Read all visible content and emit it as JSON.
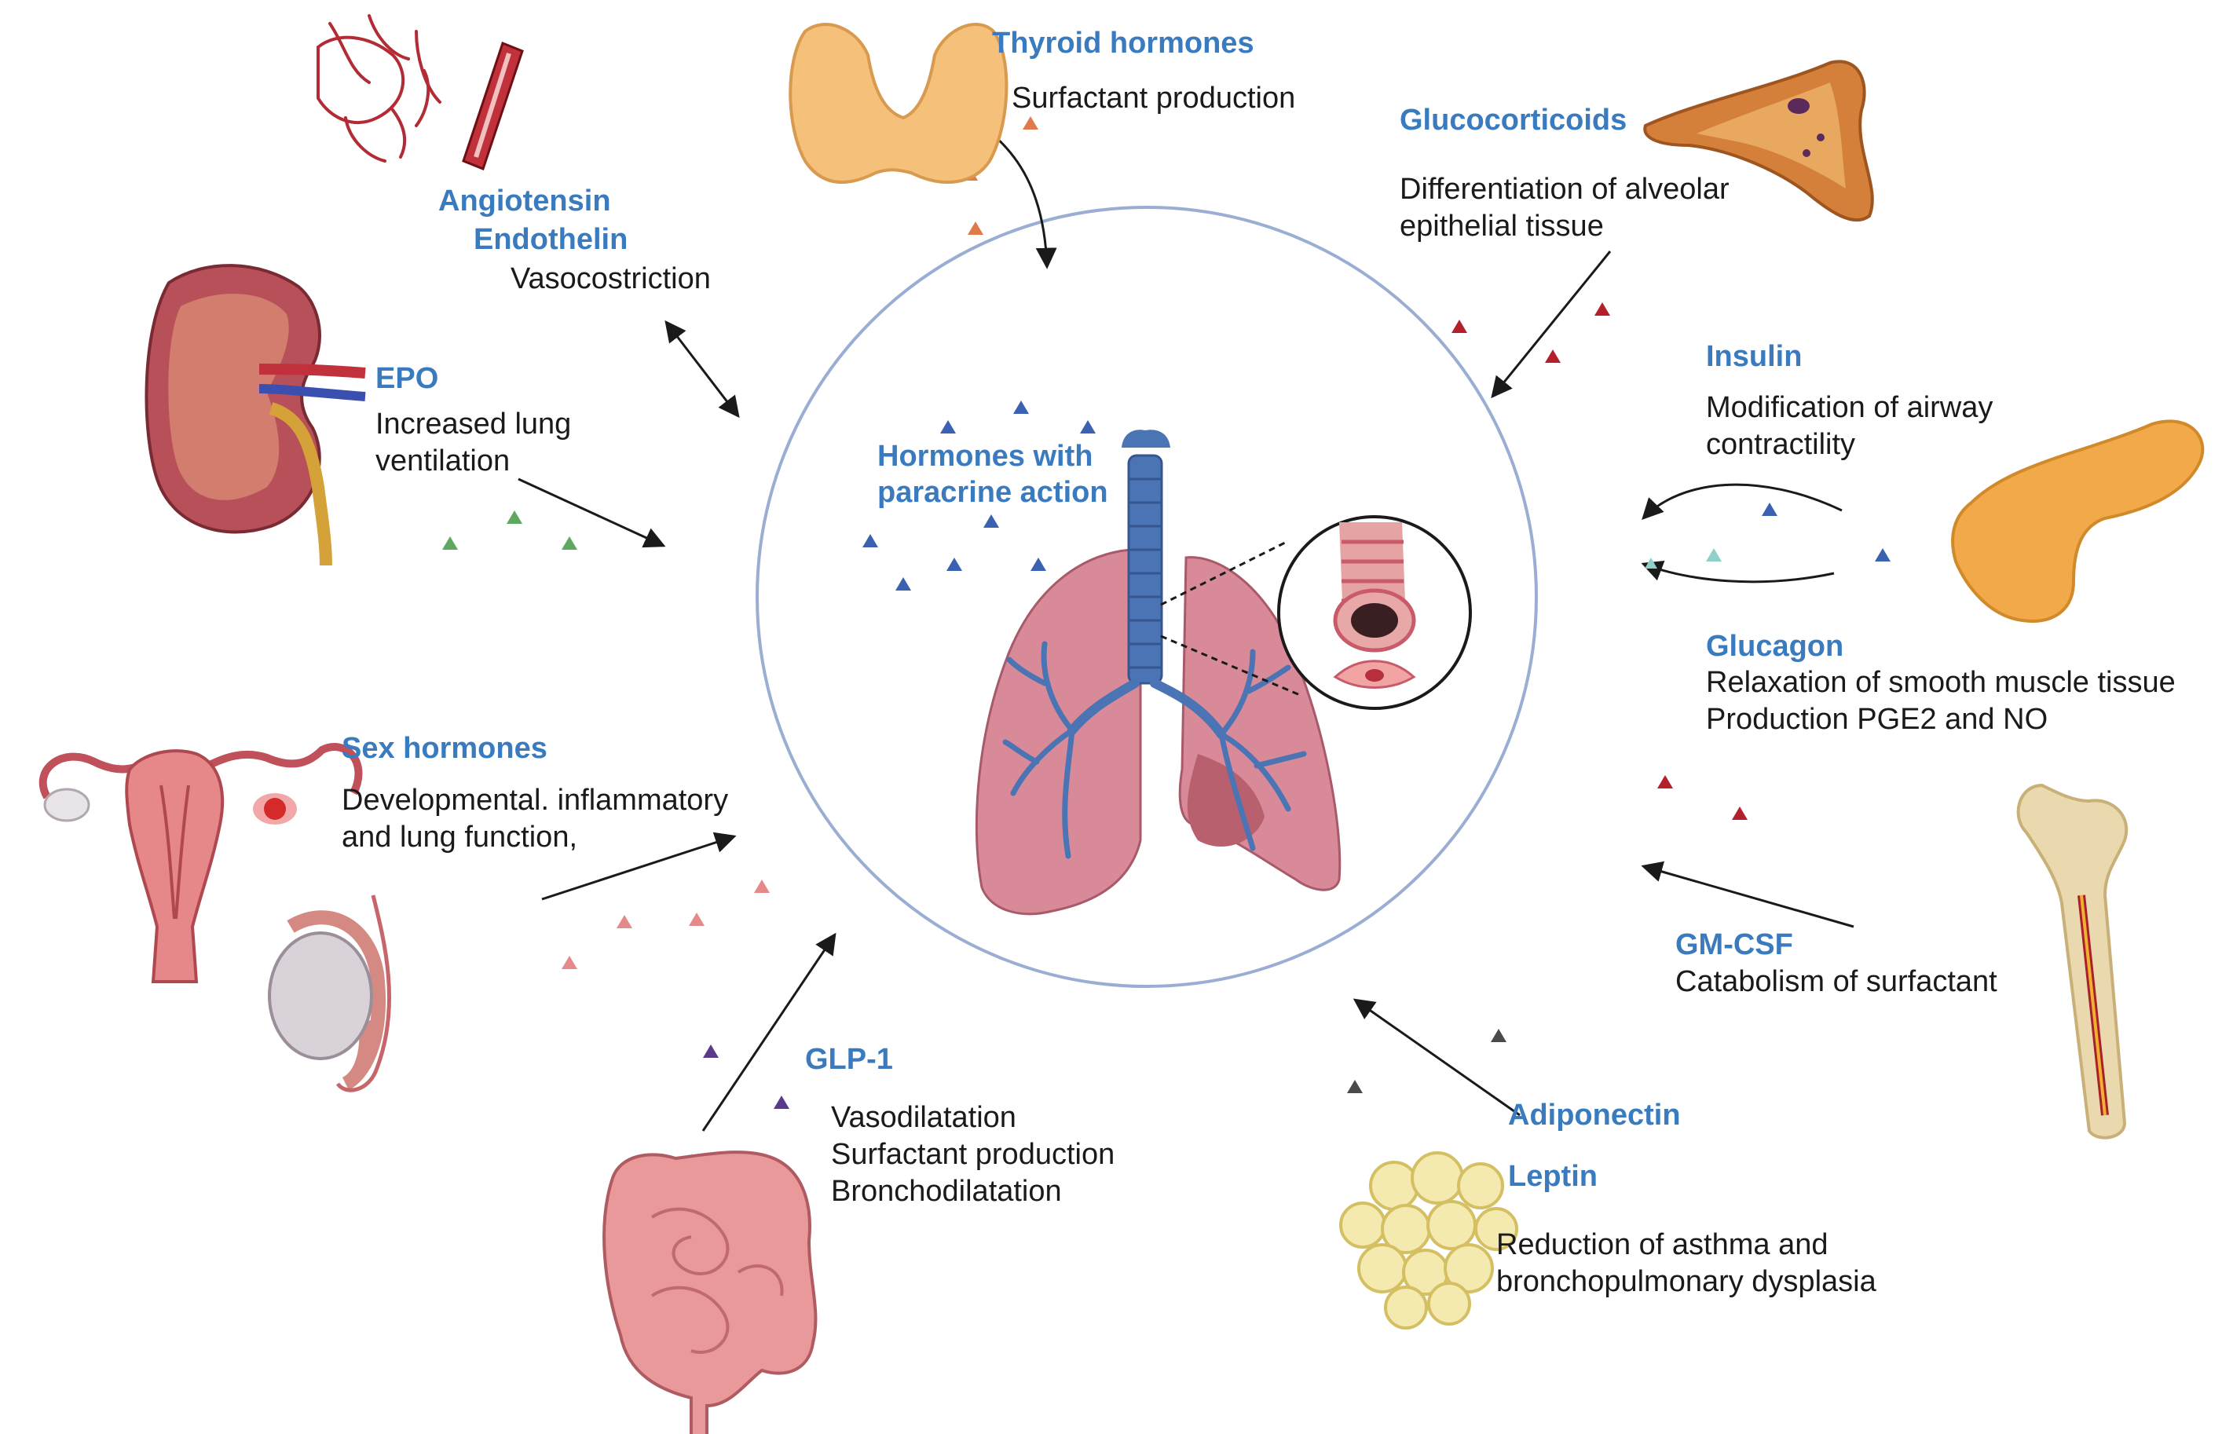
{
  "center": {
    "line1": "Hormones with",
    "line2": "paracrine action"
  },
  "hormones": {
    "thyroid": {
      "title": "Thyroid hormones",
      "effects": [
        "Surfactant production"
      ]
    },
    "angiotensin": {
      "title1": "Angiotensin",
      "title2": "Endothelin",
      "effects": [
        "Vasocostriction"
      ]
    },
    "glucocorticoids": {
      "title": "Glucocorticoids",
      "effects": [
        "Differentiation of alveolar",
        "epithelial tissue"
      ]
    },
    "epo": {
      "title": "EPO",
      "effects": [
        "Increased lung",
        "ventilation"
      ]
    },
    "insulin": {
      "title": "Insulin",
      "effects": [
        "Modification of airway",
        "contractility"
      ]
    },
    "glucagon": {
      "title": "Glucagon",
      "effects": [
        "Relaxation of smooth muscle tissue",
        "Production PGE2 and NO"
      ]
    },
    "sex": {
      "title": "Sex hormones",
      "effects": [
        "Developmental. inflammatory",
        "and lung function,"
      ]
    },
    "gmcsf": {
      "title": "GM-CSF",
      "effects": [
        "Catabolism of surfactant"
      ]
    },
    "glp1": {
      "title": "GLP-1",
      "effects": [
        "Vasodilatation",
        "Surfactant production",
        "Bronchodilatation"
      ]
    },
    "adiponectin": {
      "title1": "Adiponectin",
      "title2": "Leptin",
      "effects": [
        "Reduction of asthma and",
        "bronchopulmonary dysplasia"
      ]
    }
  },
  "colors": {
    "title_blue": "#3a7bbf",
    "circle": "#9aaed4",
    "lung": "#d98a98",
    "airway": "#4a74b3",
    "triangle_blue": "#3a62b0",
    "triangle_orange": "#e07a4a",
    "triangle_red": "#b3202c",
    "triangle_green": "#5fa85f",
    "triangle_pink": "#e58a8a",
    "triangle_purple": "#5a3a8a",
    "triangle_gray": "#4a4a4a",
    "triangle_teal": "#8fd0c8"
  },
  "icons": [
    "heart-vessels-icon",
    "artery-icon",
    "thyroid-gland-icon",
    "adrenal-gland-icon",
    "kidney-icon",
    "pancreas-icon",
    "uterus-icon",
    "testis-icon",
    "femur-bone-icon",
    "intestine-icon",
    "adipose-cells-icon",
    "lungs-icon",
    "bronchiole-magnifier-icon"
  ]
}
